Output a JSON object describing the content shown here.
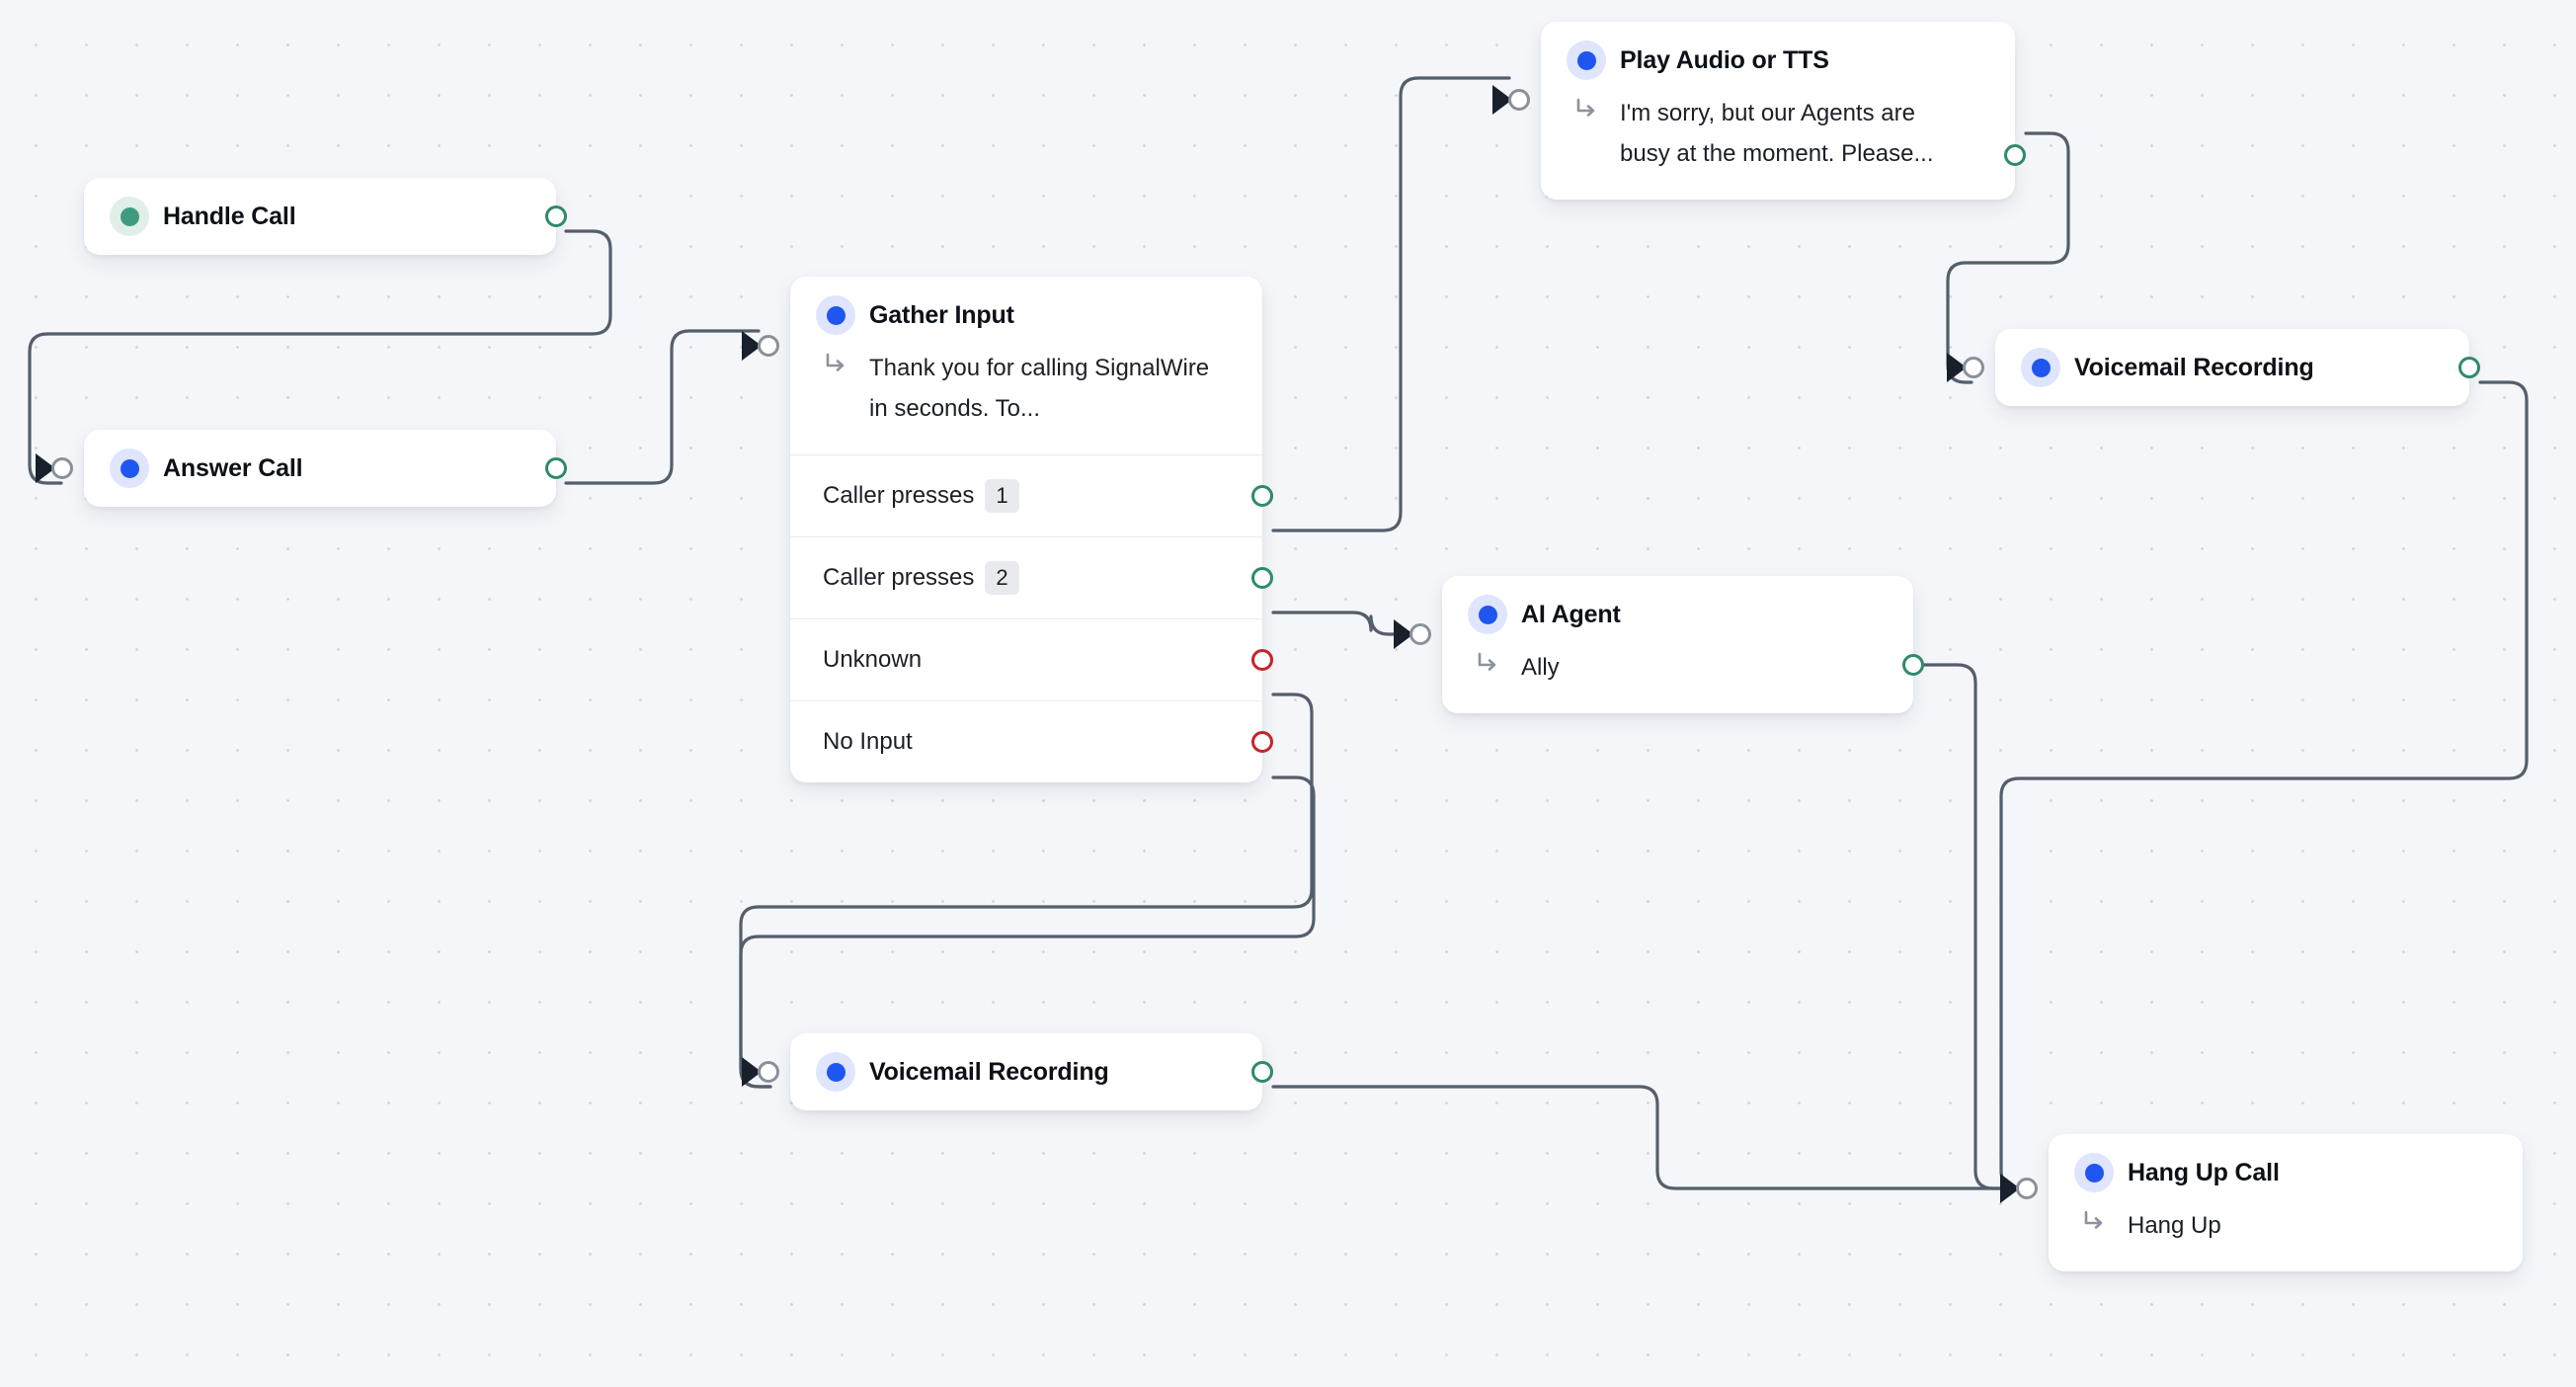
{
  "canvas": {
    "background_color": "#f4f6fa",
    "dot_color": "#d2d7e0",
    "edge_color": "#555e6b"
  },
  "palette": {
    "node_blue": "#1f56f0",
    "node_green": "#3f9b7e",
    "handle_green": "#2f8a6b",
    "handle_red": "#c8232c",
    "handle_gray": "#8a9099"
  },
  "nodes": [
    {
      "id": "handle-call",
      "title": "Handle Call",
      "dot": "green",
      "icon": "status-dot-icon"
    },
    {
      "id": "answer-call",
      "title": "Answer Call",
      "dot": "blue",
      "icon": "status-dot-icon"
    },
    {
      "id": "gather-input",
      "title": "Gather Input",
      "dot": "blue",
      "icon": "status-dot-icon",
      "sub_icon": "branch-arrow-icon",
      "subtitle": "Thank you for calling SignalWire in seconds. To...",
      "options": [
        {
          "label": "Caller presses",
          "key": "1",
          "handle": "green"
        },
        {
          "label": "Caller presses",
          "key": "2",
          "handle": "green"
        },
        {
          "label": "Unknown",
          "key": "",
          "handle": "red"
        },
        {
          "label": "No Input",
          "key": "",
          "handle": "red"
        }
      ]
    },
    {
      "id": "play-audio-tts",
      "title": "Play Audio or TTS",
      "dot": "blue",
      "icon": "status-dot-icon",
      "sub_icon": "branch-arrow-icon",
      "subtitle": "I'm sorry, but our Agents are busy at the moment. Please..."
    },
    {
      "id": "voicemail-recording-right",
      "title": "Voicemail Recording",
      "dot": "blue",
      "icon": "status-dot-icon"
    },
    {
      "id": "ai-agent",
      "title": "AI Agent",
      "dot": "blue",
      "icon": "status-dot-icon",
      "sub_icon": "branch-arrow-icon",
      "subtitle": "Ally"
    },
    {
      "id": "voicemail-recording-bottom",
      "title": "Voicemail Recording",
      "dot": "blue",
      "icon": "status-dot-icon"
    },
    {
      "id": "hang-up-call",
      "title": "Hang Up Call",
      "dot": "blue",
      "icon": "status-dot-icon",
      "sub_icon": "branch-arrow-icon",
      "subtitle": "Hang Up"
    }
  ]
}
